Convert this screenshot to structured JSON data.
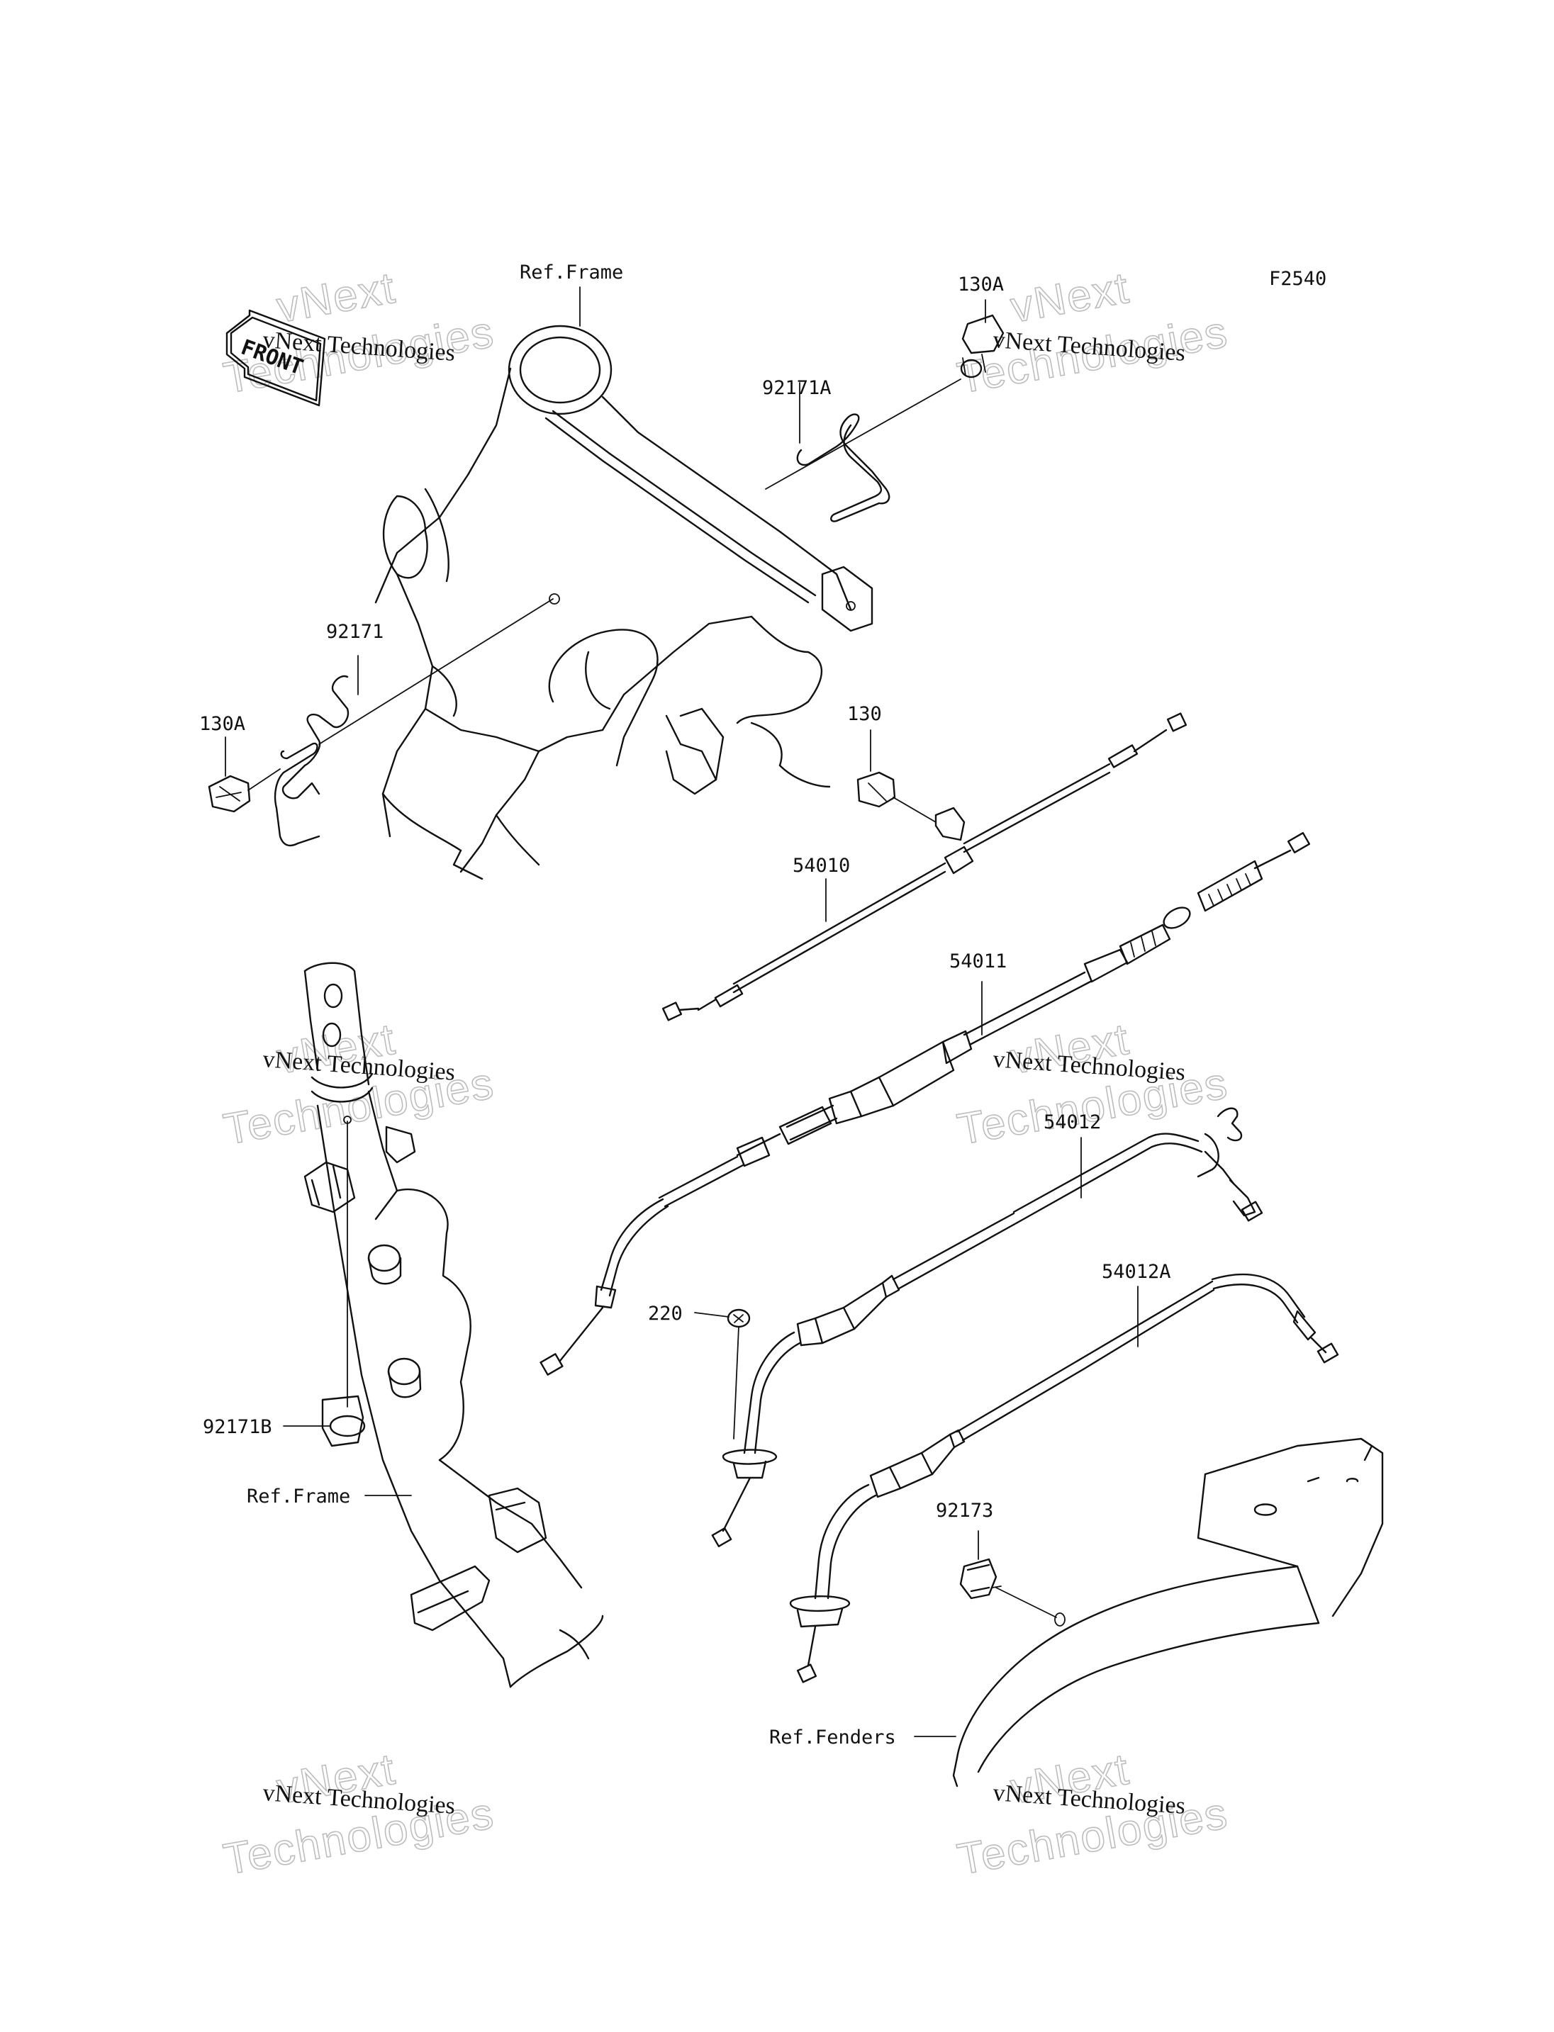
{
  "diagram": {
    "code": "F2540",
    "front_label": "FRONT",
    "labels": {
      "ref_frame_top": "Ref.Frame",
      "ref_frame_left": "Ref.Frame",
      "ref_fenders": "Ref.Fenders",
      "p130A_top": "130A",
      "p130A_left": "130A",
      "p92171A": "92171A",
      "p92171": "92171",
      "p130": "130",
      "p54010": "54010",
      "p54011": "54011",
      "p54012": "54012",
      "p54012A": "54012A",
      "p220": "220",
      "p92171B": "92171B",
      "p92173": "92173"
    }
  },
  "watermark": {
    "line1": "vNext Technologies",
    "line2": "vNext",
    "line3": "Technologies"
  }
}
